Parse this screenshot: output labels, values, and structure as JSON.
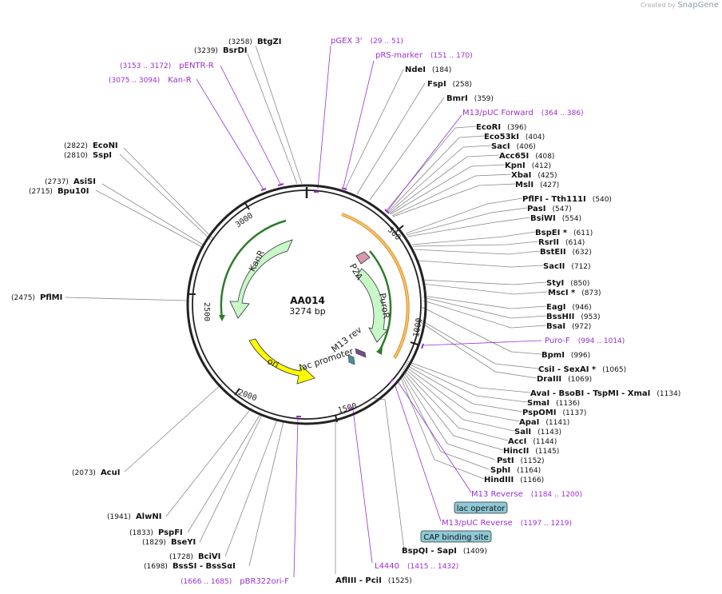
{
  "credit": {
    "prefix": "Created by",
    "brand": "SnapGene"
  },
  "plasmid": {
    "name": "AA014",
    "size": "3274 bp"
  },
  "ruler_ticks": [
    "500",
    "1000",
    "1500",
    "2000",
    "2500",
    "3000"
  ],
  "features": [
    {
      "label": "KanR",
      "color": "#c8f7c8"
    },
    {
      "label": "PuroR",
      "color": "#c8f7c8"
    },
    {
      "label": "ori",
      "color": "#ffff00"
    },
    {
      "label": "P2A",
      "color": "#d99ab0"
    },
    {
      "label": "M13 rev",
      "color": "#7a4a8a"
    },
    {
      "label": "lac promoter",
      "color": "#4a9090"
    }
  ],
  "sites_left": [
    {
      "pos": "(3258)",
      "name": "BtgZI"
    },
    {
      "pos": "(3239)",
      "name": "BsrDI"
    },
    {
      "pos": "(2822)",
      "name": "EcoNI"
    },
    {
      "pos": "(2810)",
      "name": "SspI"
    },
    {
      "pos": "(2737)",
      "name": "AsiSI"
    },
    {
      "pos": "(2715)",
      "name": "Bpu10I"
    },
    {
      "pos": "(2475)",
      "name": "PflMI"
    },
    {
      "pos": "(2073)",
      "name": "AcuI"
    },
    {
      "pos": "(1941)",
      "name": "AlwNI"
    },
    {
      "pos": "(1833)",
      "name": "PspFI"
    },
    {
      "pos": "(1829)",
      "name": "BseYI"
    },
    {
      "pos": "(1728)",
      "name": "BciVI"
    },
    {
      "pos": "(1698)",
      "name": "BssSI - BssSαI"
    },
    {
      "pos": "(1525)",
      "name": "AflIII - PciI"
    }
  ],
  "sites_right": [
    {
      "name": "NdeI",
      "pos": "(184)"
    },
    {
      "name": "FspI",
      "pos": "(258)"
    },
    {
      "name": "BmrI",
      "pos": "(359)"
    },
    {
      "name": "EcoRI",
      "pos": "(396)"
    },
    {
      "name": "Eco53kI",
      "pos": "(404)"
    },
    {
      "name": "SacI",
      "pos": "(406)"
    },
    {
      "name": "Acc65I",
      "pos": "(408)"
    },
    {
      "name": "KpnI",
      "pos": "(412)"
    },
    {
      "name": "XbaI",
      "pos": "(425)"
    },
    {
      "name": "MslI",
      "pos": "(427)"
    },
    {
      "name": "PflFI - Tth111I",
      "pos": "(540)"
    },
    {
      "name": "PasI",
      "pos": "(547)"
    },
    {
      "name": "BsiWI",
      "pos": "(554)"
    },
    {
      "name": "BspEI *",
      "pos": "(611)"
    },
    {
      "name": "RsrII",
      "pos": "(614)"
    },
    {
      "name": "BstEII",
      "pos": "(632)"
    },
    {
      "name": "SacII",
      "pos": "(712)"
    },
    {
      "name": "StyI",
      "pos": "(850)"
    },
    {
      "name": "MscI *",
      "pos": "(873)"
    },
    {
      "name": "EagI",
      "pos": "(946)"
    },
    {
      "name": "BssHII",
      "pos": "(953)"
    },
    {
      "name": "BsaI",
      "pos": "(972)"
    },
    {
      "name": "BpmI",
      "pos": "(996)"
    },
    {
      "name": "CsiI - SexAI *",
      "pos": "(1065)"
    },
    {
      "name": "DraIII",
      "pos": "(1069)"
    },
    {
      "name": "AvaI - BsoBI - TspMI - XmaI",
      "pos": "(1134)"
    },
    {
      "name": "SmaI",
      "pos": "(1136)"
    },
    {
      "name": "PspOMI",
      "pos": "(1137)"
    },
    {
      "name": "ApaI",
      "pos": "(1141)"
    },
    {
      "name": "SalI",
      "pos": "(1143)"
    },
    {
      "name": "AccI",
      "pos": "(1144)"
    },
    {
      "name": "HincII",
      "pos": "(1145)"
    },
    {
      "name": "PstI",
      "pos": "(1152)"
    },
    {
      "name": "SphI",
      "pos": "(1164)"
    },
    {
      "name": "HindIII",
      "pos": "(1166)"
    },
    {
      "name": "BspQI - SapI",
      "pos": "(1409)"
    }
  ],
  "primers": [
    {
      "name": "pGEX 3'",
      "range": "(29 .. 51)"
    },
    {
      "name": "pRS-marker",
      "range": "(151 .. 170)"
    },
    {
      "name": "M13/pUC Forward",
      "range": "(364 .. 386)"
    },
    {
      "name": "Puro-F",
      "range": "(994 .. 1014)"
    },
    {
      "name": "M13 Reverse",
      "range": "(1184 .. 1200)"
    },
    {
      "name": "M13/pUC Reverse",
      "range": "(1197 .. 1219)"
    },
    {
      "name": "L4440",
      "range": "(1415 .. 1432)"
    },
    {
      "name": "pBR322ori-F",
      "range": "(1666 .. 1685)"
    },
    {
      "name": "Kan-R",
      "range": "(3075 .. 3094)"
    },
    {
      "name": "pENTR-R",
      "range": "(3153 .. 3172)"
    }
  ],
  "boxed_features": [
    {
      "label": "lac operator"
    },
    {
      "label": "CAP binding site"
    }
  ],
  "colors": {
    "primer": "#9b30d0",
    "site_line": "#888888",
    "box_fill": "#8ec9d6",
    "backbone": "#222222"
  }
}
